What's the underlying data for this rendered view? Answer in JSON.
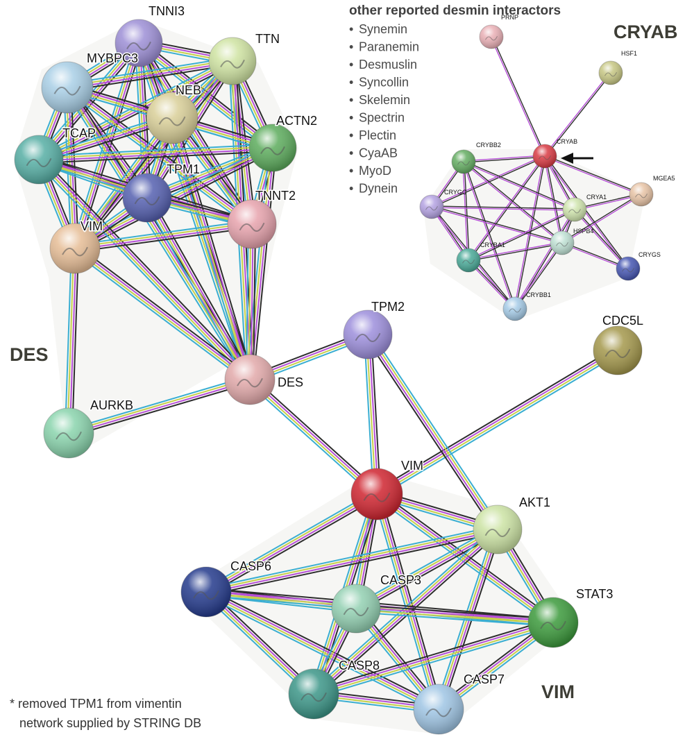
{
  "networks": [
    {
      "title": "DES",
      "nodes": [
        {
          "id": "TNNI3",
          "label": "TNNI3",
          "color": "#9d8fd6"
        },
        {
          "id": "TTN",
          "label": "TTN",
          "color": "#cfe3a2"
        },
        {
          "id": "MYBPC3",
          "label": "MYBPC3",
          "color": "#a9cfe6"
        },
        {
          "id": "NEB",
          "label": "NEB",
          "color": "#d9cf98"
        },
        {
          "id": "ACTN2",
          "label": "ACTN2",
          "color": "#5dac5d"
        },
        {
          "id": "TCAP",
          "label": "TCAP",
          "color": "#56aea4"
        },
        {
          "id": "TPM1",
          "label": "TPM1",
          "color": "#5560b0"
        },
        {
          "id": "TNNT2",
          "label": "TNNT2",
          "color": "#e7a3ad"
        },
        {
          "id": "VIM",
          "label": "VIM",
          "color": "#e6bd96"
        },
        {
          "id": "DES",
          "label": "DES",
          "color": "#e2a9aa"
        },
        {
          "id": "AURKB",
          "label": "AURKB",
          "color": "#8ad4ad"
        }
      ]
    },
    {
      "title": "VIM",
      "nodes": [
        {
          "id": "TPM2",
          "label": "TPM2",
          "color": "#9d8fdc"
        },
        {
          "id": "CDC5L",
          "label": "CDC5L",
          "color": "#a4984c"
        },
        {
          "id": "VIM",
          "label": "VIM",
          "color": "#cf2530"
        },
        {
          "id": "AKT1",
          "label": "AKT1",
          "color": "#cce3a4"
        },
        {
          "id": "CASP6",
          "label": "CASP6",
          "color": "#243a8c"
        },
        {
          "id": "CASP3",
          "label": "CASP3",
          "color": "#93d0b2"
        },
        {
          "id": "STAT3",
          "label": "STAT3",
          "color": "#3c9a3c"
        },
        {
          "id": "CASP8",
          "label": "CASP8",
          "color": "#3c9688"
        },
        {
          "id": "CASP7",
          "label": "CASP7",
          "color": "#9fc5e4"
        }
      ]
    },
    {
      "title": "CRYAB",
      "nodes": [
        {
          "id": "PRNP",
          "label": "PRNP",
          "color": "#eab0b6"
        },
        {
          "id": "HSF1",
          "label": "HSF1",
          "color": "#c7c784"
        },
        {
          "id": "CRYAB",
          "label": "CRYAB",
          "color": "#d93a43"
        },
        {
          "id": "CRYBB2",
          "label": "CRYBB2",
          "color": "#64ad62"
        },
        {
          "id": "MGEA5",
          "label": "MGEA5",
          "color": "#e8c4a6"
        },
        {
          "id": "CRYGC",
          "label": "CRYGC",
          "color": "#b4a2e2"
        },
        {
          "id": "CRYA1",
          "label": "CRYA1",
          "color": "#cfe4ad"
        },
        {
          "id": "HSPB4",
          "label": "HSPB4",
          "color": "#bfe1d4"
        },
        {
          "id": "CRYBA1",
          "label": "CRYBA1",
          "color": "#4aaa98"
        },
        {
          "id": "CRYGS",
          "label": "CRYGS",
          "color": "#4656b2"
        },
        {
          "id": "CRYBB1",
          "label": "CRYBB1",
          "color": "#a5cbe7"
        }
      ]
    }
  ],
  "bridge_edges": [
    [
      "DES",
      "VIM2"
    ],
    [
      "DES",
      "TPM2"
    ],
    [
      "TPM2",
      "VIM2"
    ]
  ],
  "interactors": {
    "heading": "other reported desmin interactors",
    "items": [
      "Synemin",
      "Paranemin",
      "Desmuslin",
      "Syncollin",
      "Skelemin",
      "Spectrin",
      "Plectin",
      "CyaAB",
      "MyoD",
      "Dynein"
    ],
    "bullet": "•"
  },
  "footnote": {
    "line1": "* removed TPM1 from vimentin",
    "line2": "network supplied by STRING DB"
  },
  "arrow_symbol": "←",
  "edge_colors": [
    "#2d2d2d",
    "#b54ed6",
    "#c6cf4a",
    "#3aaed1",
    "#9aa2ee"
  ]
}
